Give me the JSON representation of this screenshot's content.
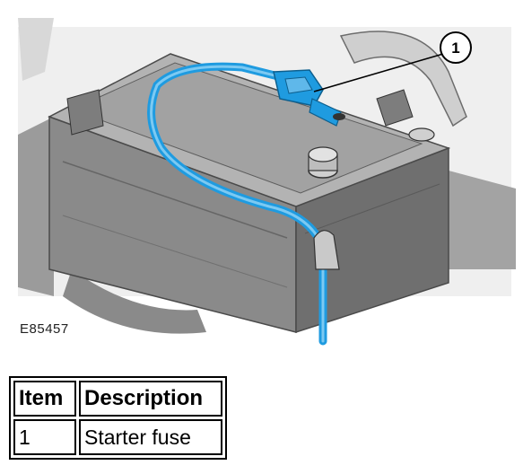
{
  "figure": {
    "label": "E85457",
    "callout": "1"
  },
  "legend": {
    "headers": [
      "Item",
      "Description"
    ],
    "rows": [
      {
        "item": "1",
        "description": "Starter fuse"
      }
    ]
  },
  "colors": {
    "cable": "#1f9be0",
    "battery_body": "#8c8c8c",
    "battery_dark": "#5a5a5a",
    "background": "#ffffff"
  }
}
